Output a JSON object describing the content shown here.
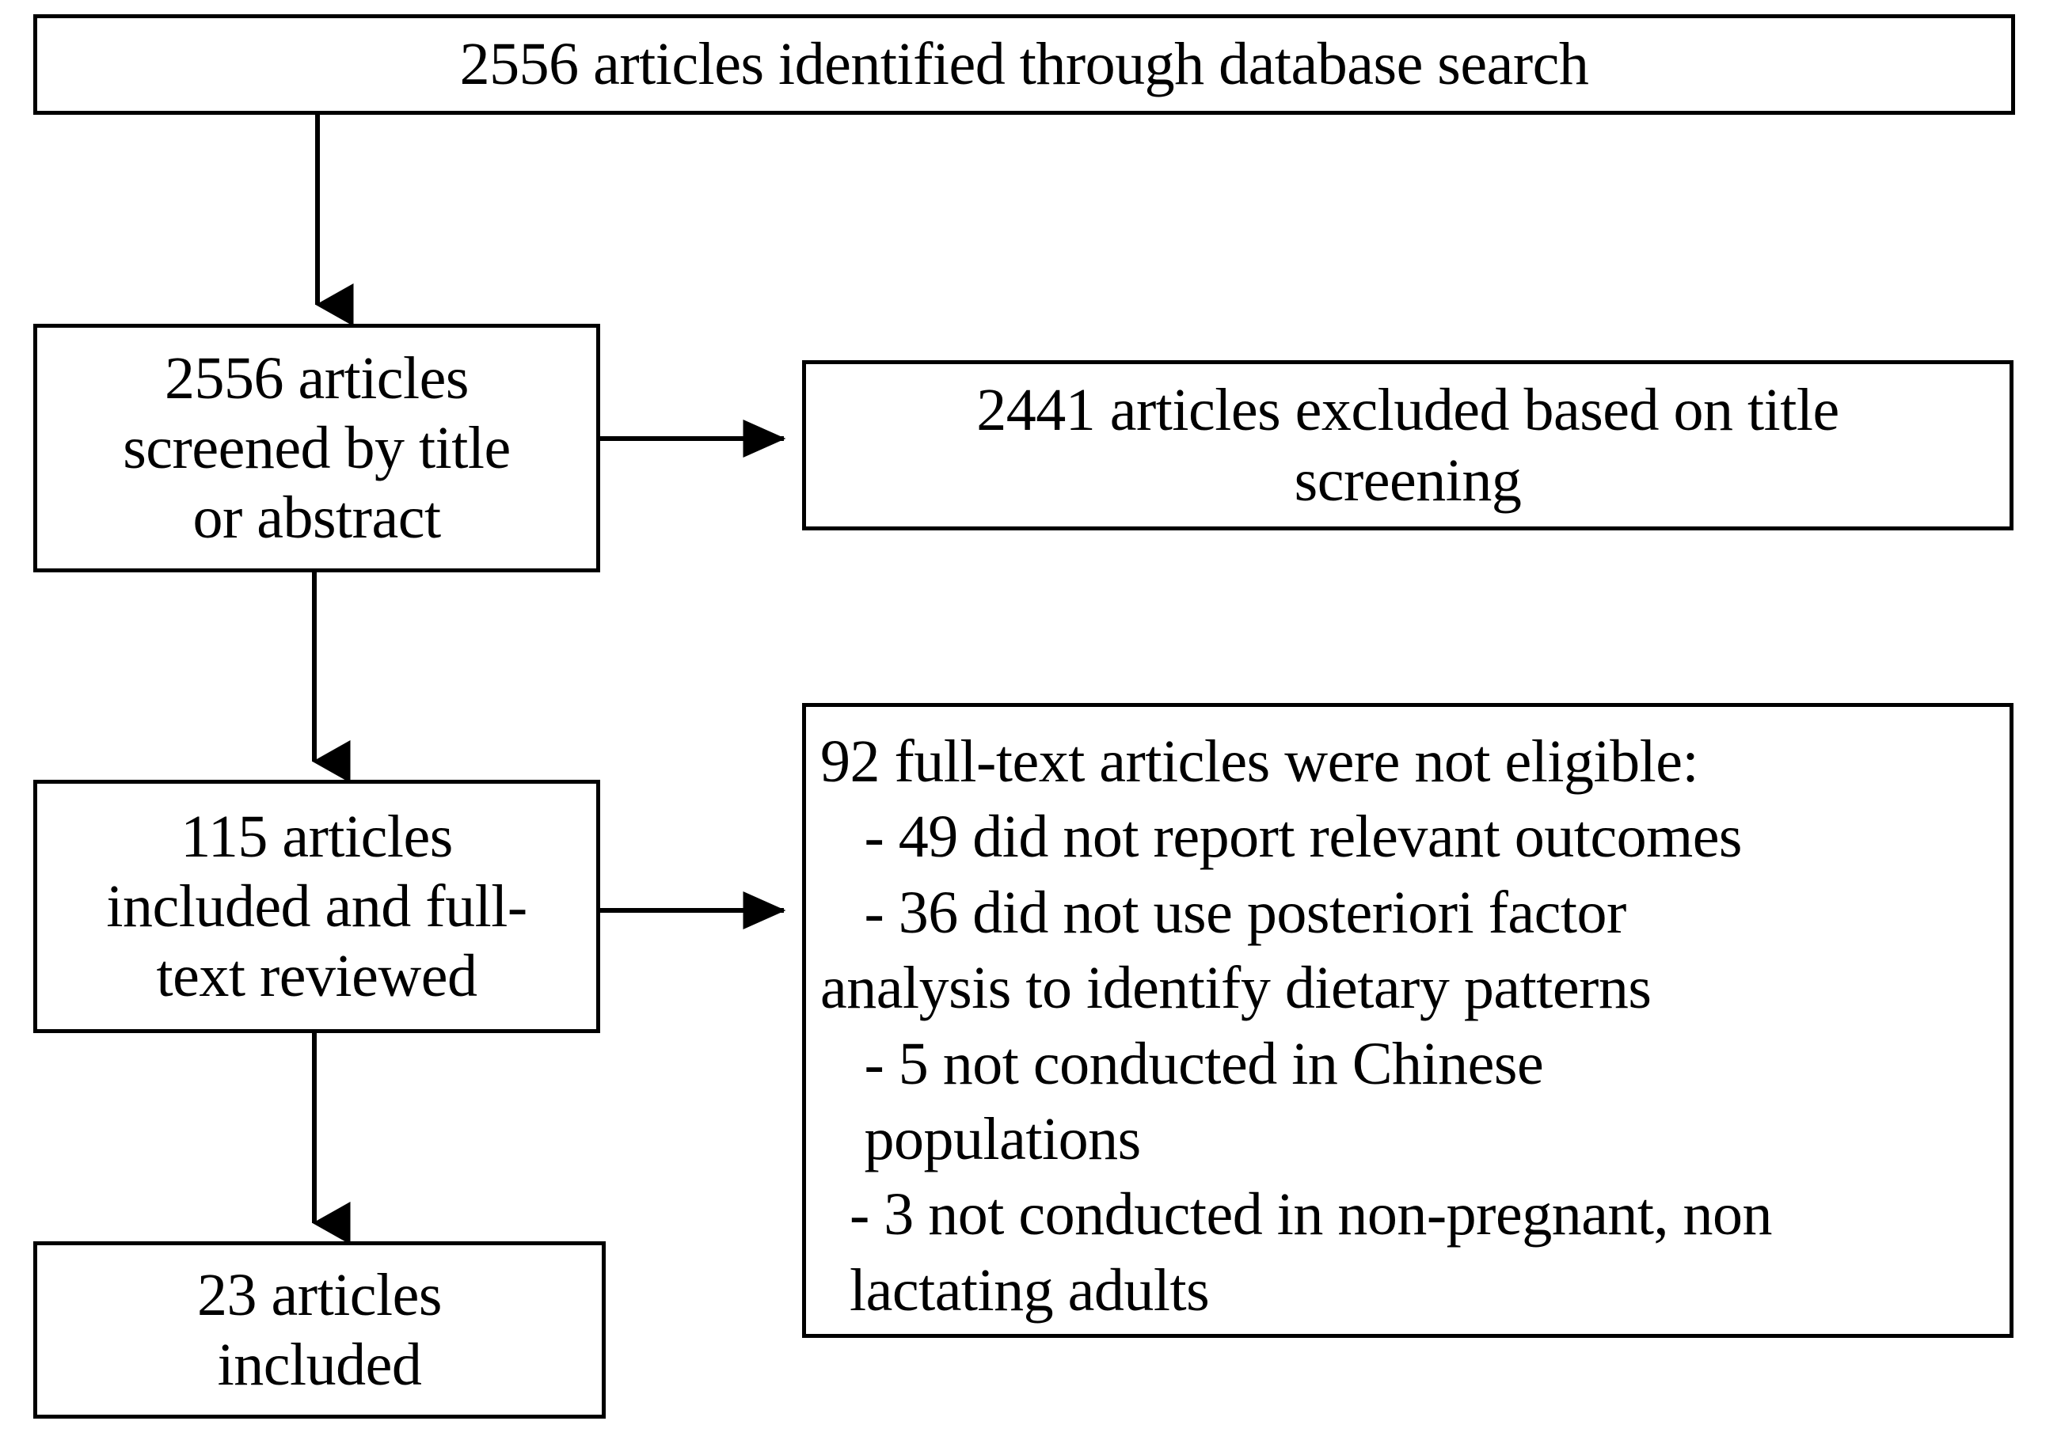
{
  "diagram": {
    "title": "PRISMA study selection flow diagram",
    "background_color": "#ffffff",
    "line_color": "#000000",
    "text_color": "#000000"
  },
  "nodes": {
    "identified": {
      "lines": [
        "2556 articles identified through database search"
      ]
    },
    "screened": {
      "lines": [
        "2556 articles",
        "screened by title",
        "or abstract"
      ]
    },
    "excluded_title": {
      "lines": [
        "2441 articles excluded based on title",
        "screening"
      ]
    },
    "fulltext": {
      "lines": [
        "115 articles",
        "included and full-",
        "text reviewed"
      ]
    },
    "not_eligible": {
      "lines": [
        "92 full-text articles were not eligible:",
        "   - 49 did not report relevant outcomes",
        "   - 36 did not use posteriori factor",
        "analysis to identify dietary patterns",
        "   - 5 not conducted in Chinese",
        "   populations",
        "  - 3 not conducted in non-pregnant, non",
        "  lactating adults"
      ]
    },
    "included": {
      "lines": [
        "23 articles",
        "included"
      ]
    }
  },
  "connectors": [
    {
      "name": "identified-to-screened",
      "direction": "down"
    },
    {
      "name": "screened-to-fulltext",
      "direction": "down"
    },
    {
      "name": "fulltext-to-included",
      "direction": "down"
    },
    {
      "name": "screened-to-excluded-title",
      "direction": "right"
    },
    {
      "name": "fulltext-to-not-eligible",
      "direction": "right"
    }
  ]
}
